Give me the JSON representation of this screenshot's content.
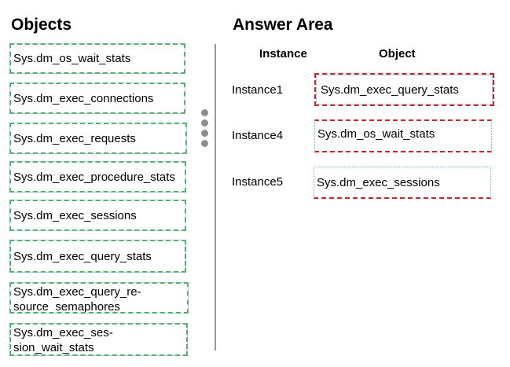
{
  "objects_panel": {
    "title": "Objects",
    "items": [
      {
        "lines": [
          "Sys.dm_os_wait_stats"
        ]
      },
      {
        "lines": [
          "Sys.dm_exec_connections"
        ]
      },
      {
        "lines": [
          "Sys.dm_exec_requests"
        ]
      },
      {
        "lines": [
          "Sys.dm_exec_procedure_stats"
        ]
      },
      {
        "lines": [
          "Sys.dm_exec_sessions"
        ]
      },
      {
        "lines": [
          "Sys.dm_exec_query_stats"
        ]
      },
      {
        "lines": [
          "Sys.dm_exec_query_re-",
          "source_semaphores"
        ]
      },
      {
        "lines": [
          "Sys.dm_exec_ses-",
          "sion_wait_stats"
        ]
      }
    ]
  },
  "answer_area": {
    "title": "Answer Area",
    "columns": {
      "instance": "Instance",
      "object": "Object"
    },
    "rows": [
      {
        "instance": "Instance1",
        "object": "Sys.dm_exec_query_stats"
      },
      {
        "instance": "Instance4",
        "object": "Sys.dm_os_wait_stats"
      },
      {
        "instance": "Instance5",
        "object": "Sys.dm_exec_sessions"
      }
    ]
  },
  "colors": {
    "object_border": "#4caf50",
    "answer_border": "#c62828",
    "divider": "#9a9a9a"
  },
  "icons": {
    "drag_handle": "vertical-dots-icon"
  }
}
